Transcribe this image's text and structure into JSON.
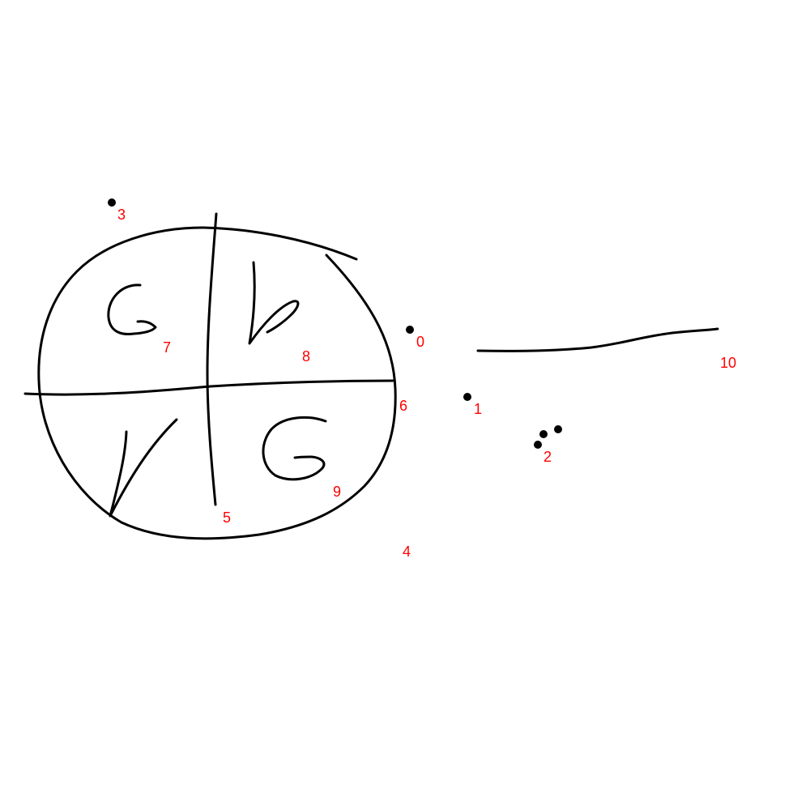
{
  "colors": {
    "background": "#ffffff",
    "ink": "#000000",
    "label": "#ff0000"
  },
  "labels": {
    "l0": "0",
    "l1": "1",
    "l2": "2",
    "l3": "3",
    "l4": "4",
    "l5": "5",
    "l6": "6",
    "l7": "7",
    "l8": "8",
    "l9": "9",
    "l10": "10"
  }
}
